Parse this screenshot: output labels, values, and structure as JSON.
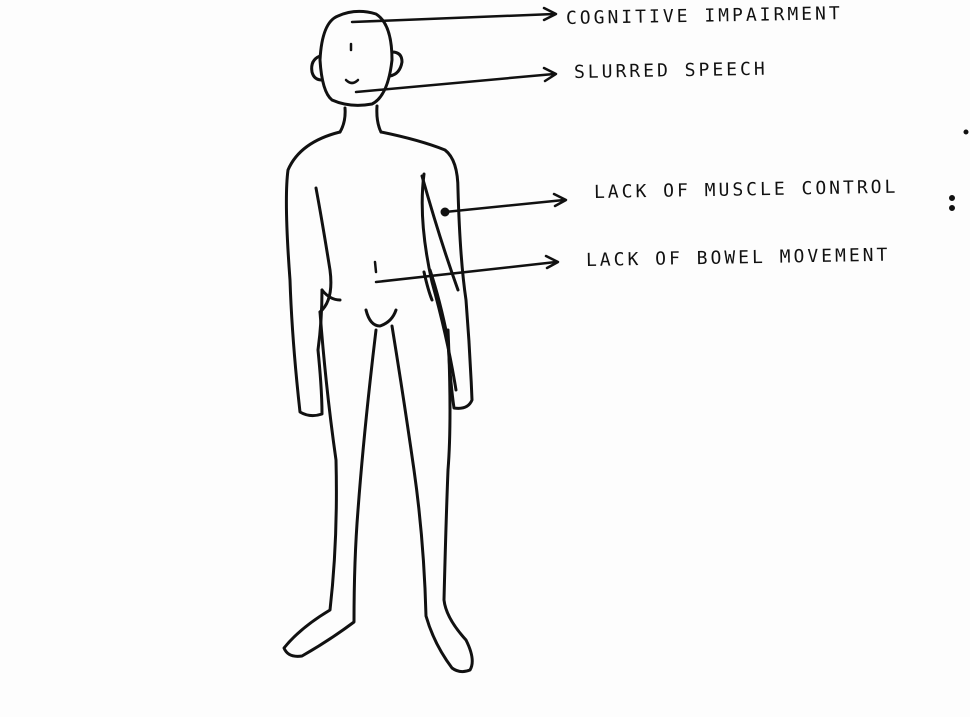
{
  "labels": [
    {
      "id": "cognitive",
      "text": "COGNITIVE IMPAIRMENT"
    },
    {
      "id": "speech",
      "text": "SLURRED SPEECH"
    },
    {
      "id": "muscle",
      "text": "LACK OF MUSCLE CONTROL"
    },
    {
      "id": "bowel",
      "text": "LACK OF BOWEL MOVEMENT"
    }
  ],
  "colors": {
    "ink": "#111111",
    "paper": "#fdfdfd"
  }
}
